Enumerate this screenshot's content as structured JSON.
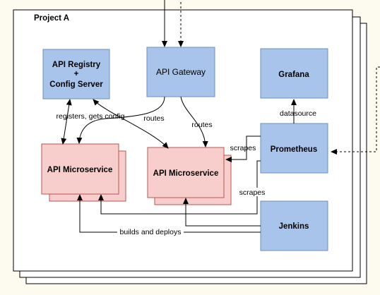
{
  "project_title": "Project A",
  "nodes": {
    "api_registry_line1": "API Registry",
    "api_registry_line2": "+",
    "api_registry_line3": "Config Server",
    "api_gateway": "API Gateway",
    "grafana": "Grafana",
    "api_microservice_left": "API Microservice",
    "api_microservice_right": "API Microservice",
    "prometheus": "Prometheus",
    "jenkins": "Jenkins"
  },
  "edge_labels": {
    "registers": "registers, gets config",
    "routes_left": "routes",
    "routes_right": "routes",
    "scrapes_top": "scrapes",
    "scrapes_bottom": "scrapes",
    "datasource": "datasource",
    "builds": "builds and deploys"
  },
  "colors": {
    "blue_fill": "#a9c4eb",
    "blue_stroke": "#6c8ebf",
    "red_fill": "#f8cecc",
    "red_stroke": "#b85450",
    "frame_stroke": "#000000",
    "frame_fill": "#ffffff"
  }
}
